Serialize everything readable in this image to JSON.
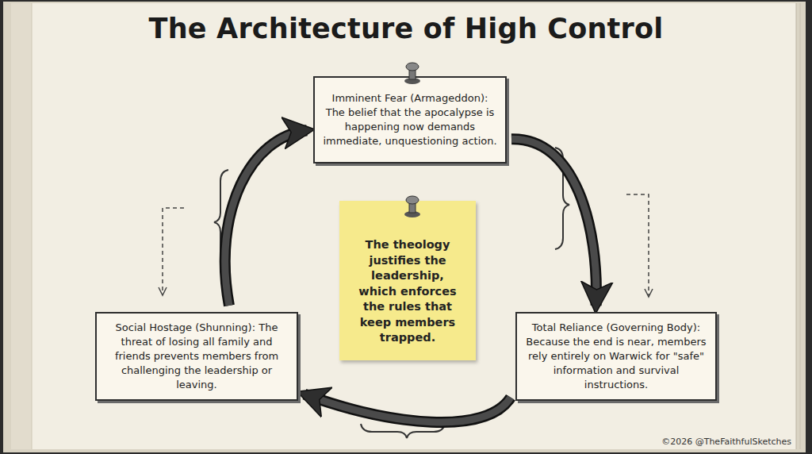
{
  "diagram": {
    "title": "The Architecture of High Control",
    "nodes": [
      {
        "text": [
          "Imminent Fear (Armageddon): The belief that the apocalypse is happening now demands immediate, unquestioning action."
        ]
      },
      {
        "text": [
          "The theology justifies the leadership, which enforces the rules that keep members trapped."
        ]
      },
      {
        "text": [
          "Social Hostage (Shunning): The threat of losing all family and friends prevents members from challenging the leadership or leaving."
        ]
      },
      {
        "text": [
          "Total Reliance (Governing Body): Because the end is near, members rely entirely on Warwick for \"safe\" information and survival instructions."
        ]
      }
    ],
    "edges": [
      {
        "from": 0,
        "to": 3,
        "arrow": "to"
      },
      {
        "from": 3,
        "to": 2,
        "arrow": "to"
      },
      {
        "from": 2,
        "to": 0,
        "arrow": "to"
      }
    ],
    "labels": [
      "©2026 @TheFaithfulSketches"
    ]
  }
}
